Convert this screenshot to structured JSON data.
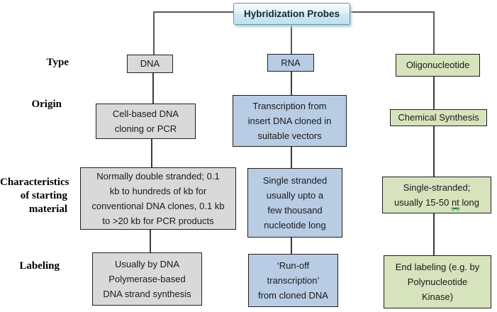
{
  "diagram": {
    "root_title": "Hybridization Probes",
    "row_labels": {
      "type": "Type",
      "origin": "Origin",
      "characteristics": [
        "Characteristics",
        "of starting",
        "material"
      ],
      "labeling": "Labeling"
    },
    "columns": {
      "dna": {
        "type": "DNA",
        "origin": [
          "Cell-based DNA",
          "cloning or PCR"
        ],
        "characteristics": [
          "Normally double stranded; 0.1",
          "kb to hundreds of kb for",
          "conventional DNA clones, 0.1 kb",
          "to >20 kb for PCR products"
        ],
        "labeling": [
          "Usually by DNA",
          "Polymerase-based",
          "DNA strand synthesis"
        ],
        "fill_color": "#d9d9d9"
      },
      "rna": {
        "type": "RNA",
        "origin": [
          "Transcription from",
          "insert DNA cloned in",
          "suitable vectors"
        ],
        "characteristics": [
          "Single stranded",
          "usually upto a",
          "few thousand",
          "nucleotide long"
        ],
        "labeling": [
          "‘Run-off",
          "transcription’",
          "from cloned DNA"
        ],
        "fill_color": "#b8cce4"
      },
      "oligo": {
        "type": "Oligonucleotide",
        "origin": [
          "Chemical Synthesis"
        ],
        "characteristics_line1": "Single-stranded;",
        "characteristics_line2_pre": "usually 15-50 ",
        "characteristics_nt": "nt",
        "characteristics_line2_post": " long",
        "labeling": [
          "End labeling (e.g. by",
          "Polynucleotide",
          "Kinase)"
        ],
        "fill_color": "#d6e3bc"
      }
    },
    "colors": {
      "root_border": "#5f93ab",
      "box_border": "#1f1f1f",
      "connector": "#3c3c3c",
      "spellcheck_squiggle": "#00b050"
    }
  }
}
